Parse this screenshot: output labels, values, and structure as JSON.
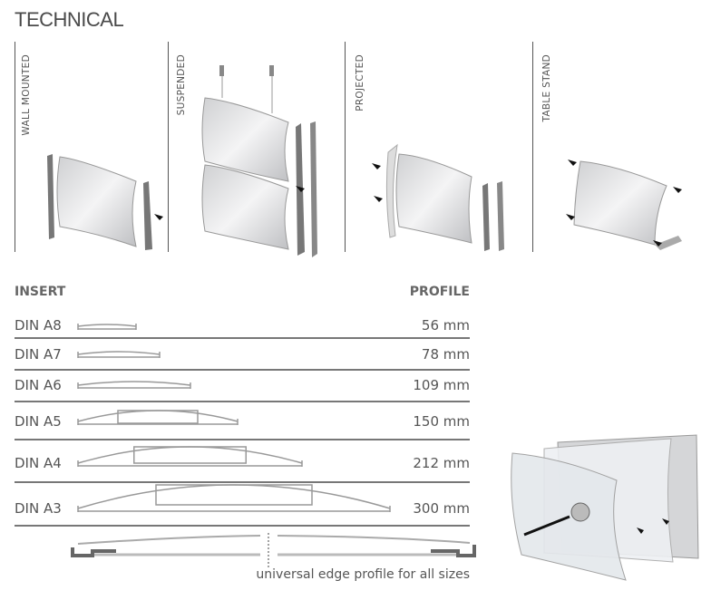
{
  "title": "TECHNICAL",
  "mounting_types": [
    "WALL MOUNTED",
    "SUSPENDED",
    "PROJECTED",
    "TABLE STAND"
  ],
  "table": {
    "insert_header": "INSERT",
    "profile_header": "PROFILE",
    "rows": [
      {
        "insert": "DIN A8",
        "profile": "56 mm"
      },
      {
        "insert": "DIN A7",
        "profile": "78 mm"
      },
      {
        "insert": "DIN A6",
        "profile": "109 mm"
      },
      {
        "insert": "DIN A5",
        "profile": "150 mm"
      },
      {
        "insert": "DIN A4",
        "profile": "212 mm"
      },
      {
        "insert": "DIN A3",
        "profile": "300 mm"
      }
    ]
  },
  "edge_caption": "universal edge profile for all sizes"
}
